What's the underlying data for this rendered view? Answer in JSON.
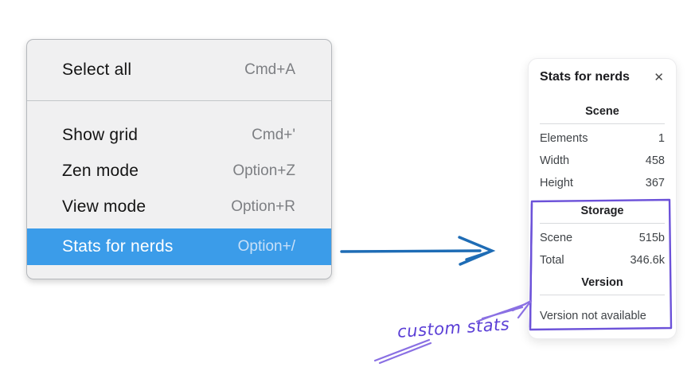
{
  "menu": {
    "items": [
      {
        "label": "Select all",
        "shortcut": "Cmd+A"
      },
      {
        "label": "Show grid",
        "shortcut": "Cmd+'"
      },
      {
        "label": "Zen mode",
        "shortcut": "Option+Z"
      },
      {
        "label": "View mode",
        "shortcut": "Option+R"
      },
      {
        "label": "Stats for nerds",
        "shortcut": "Option+/"
      }
    ],
    "selected_index": 4,
    "highlight_color": "#3b9ce9"
  },
  "stats_panel": {
    "title": "Stats for nerds",
    "close_glyph": "✕",
    "sections": {
      "scene": {
        "header": "Scene",
        "rows": [
          {
            "label": "Elements",
            "value": "1"
          },
          {
            "label": "Width",
            "value": "458"
          },
          {
            "label": "Height",
            "value": "367"
          }
        ]
      },
      "storage": {
        "header": "Storage",
        "rows": [
          {
            "label": "Scene",
            "value": "515b"
          },
          {
            "label": "Total",
            "value": "346.6k"
          }
        ]
      },
      "version": {
        "header": "Version",
        "note": "Version not available"
      }
    }
  },
  "annotation": {
    "text": "custom stats",
    "text_color": "#5b3fd6",
    "sketch_color": "#8a70e3",
    "box_color": "#6c52d9"
  },
  "pointer_arrow": {
    "color": "#1e6cb5"
  }
}
